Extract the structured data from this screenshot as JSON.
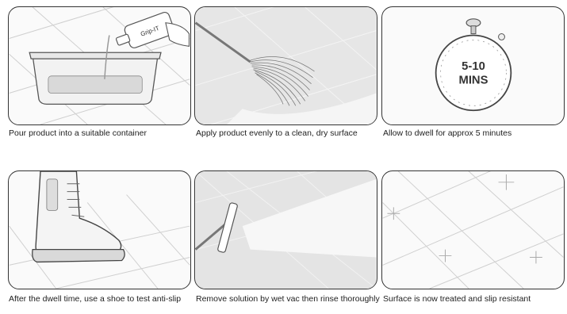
{
  "steps": [
    {
      "caption": "Pour product into a suitable container",
      "bottle_label": "Grip-IT",
      "icon": "pour-container-icon"
    },
    {
      "caption": "Apply product evenly to a clean, dry surface",
      "icon": "mop-apply-icon"
    },
    {
      "caption": "Allow to dwell for approx 5 minutes",
      "timer_text_line1": "5-10",
      "timer_text_line2": "MINS",
      "icon": "stopwatch-icon"
    },
    {
      "caption": "After the dwell time, use  a shoe to test anti-slip",
      "icon": "boot-test-icon"
    },
    {
      "caption": "Remove solution by wet vac then rinse thoroughly",
      "icon": "wet-vac-icon"
    },
    {
      "caption": "Surface is now treated and slip resistant",
      "icon": "sparkle-floor-icon"
    }
  ]
}
